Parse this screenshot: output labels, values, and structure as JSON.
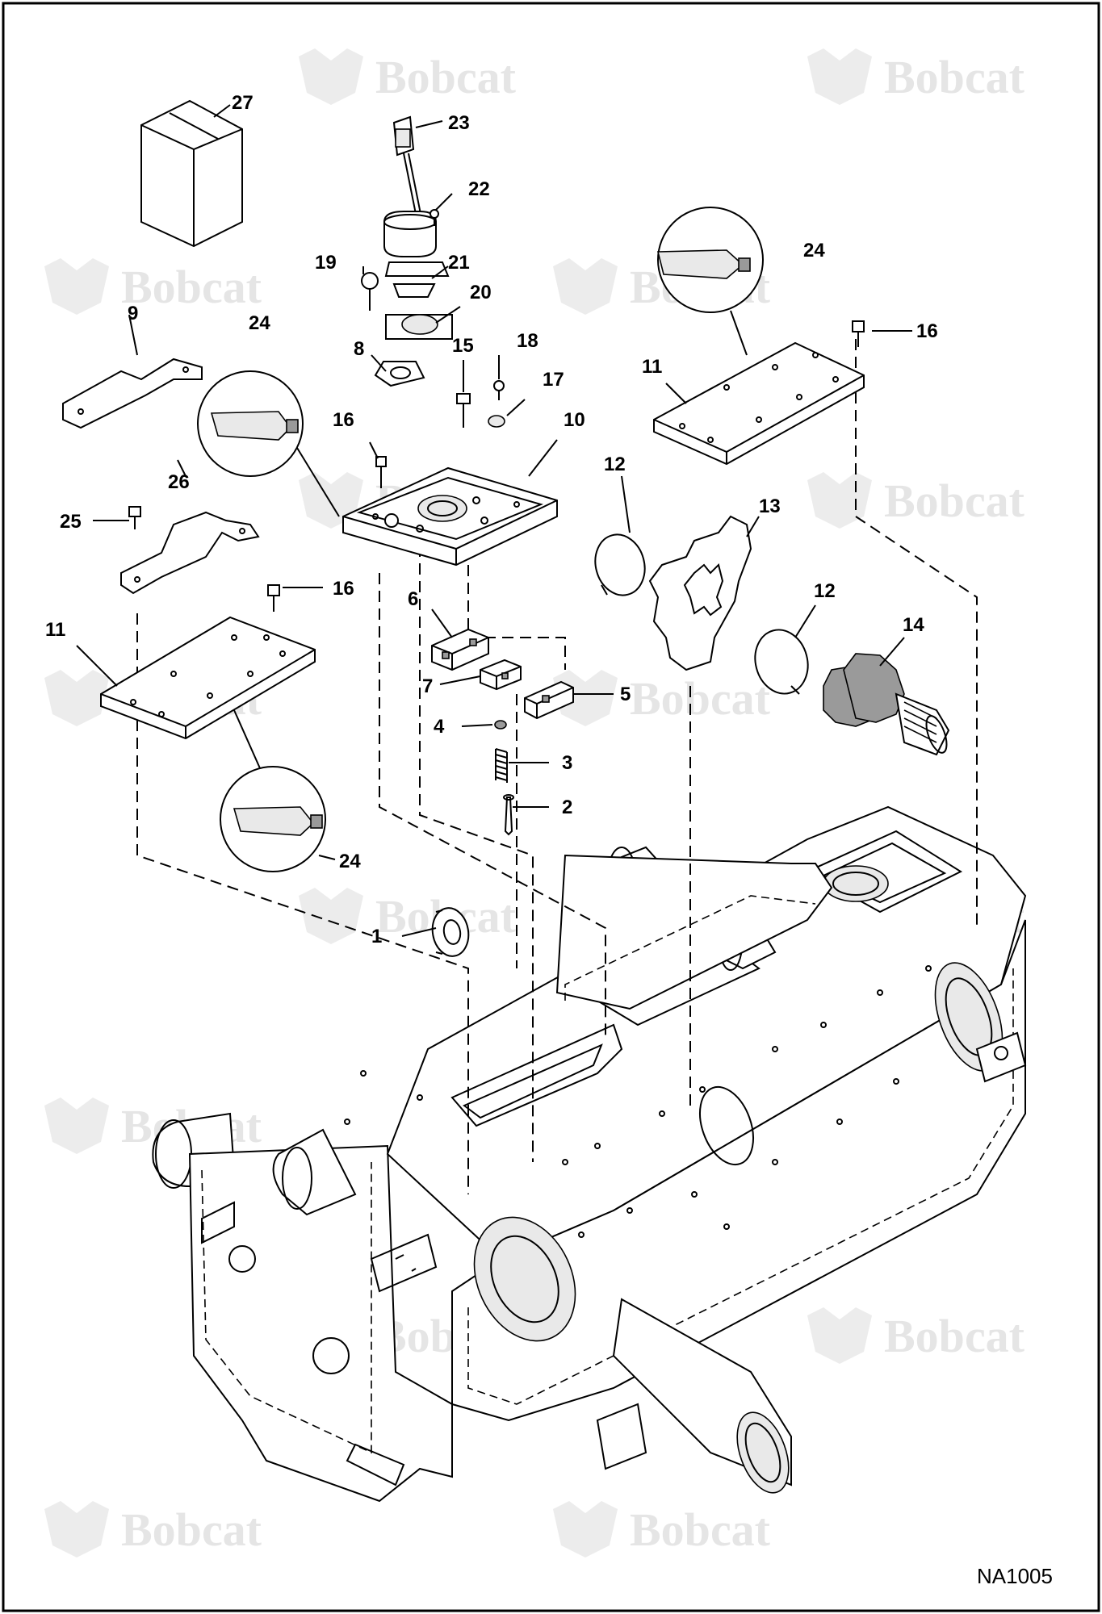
{
  "figure_id": "NA1005",
  "watermark_text": "Bobcat",
  "callouts": [
    {
      "label": "27"
    },
    {
      "label": "23"
    },
    {
      "label": "22"
    },
    {
      "label": "19"
    },
    {
      "label": "21"
    },
    {
      "label": "20"
    },
    {
      "label": "24"
    },
    {
      "label": "9"
    },
    {
      "label": "8"
    },
    {
      "label": "15"
    },
    {
      "label": "18"
    },
    {
      "label": "17"
    },
    {
      "label": "16"
    },
    {
      "label": "10"
    },
    {
      "label": "24"
    },
    {
      "label": "16"
    },
    {
      "label": "11"
    },
    {
      "label": "12"
    },
    {
      "label": "13"
    },
    {
      "label": "26"
    },
    {
      "label": "25"
    },
    {
      "label": "6"
    },
    {
      "label": "16"
    },
    {
      "label": "11"
    },
    {
      "label": "12"
    },
    {
      "label": "14"
    },
    {
      "label": "7"
    },
    {
      "label": "5"
    },
    {
      "label": "4"
    },
    {
      "label": "3"
    },
    {
      "label": "2"
    },
    {
      "label": "24"
    },
    {
      "label": "1"
    }
  ]
}
